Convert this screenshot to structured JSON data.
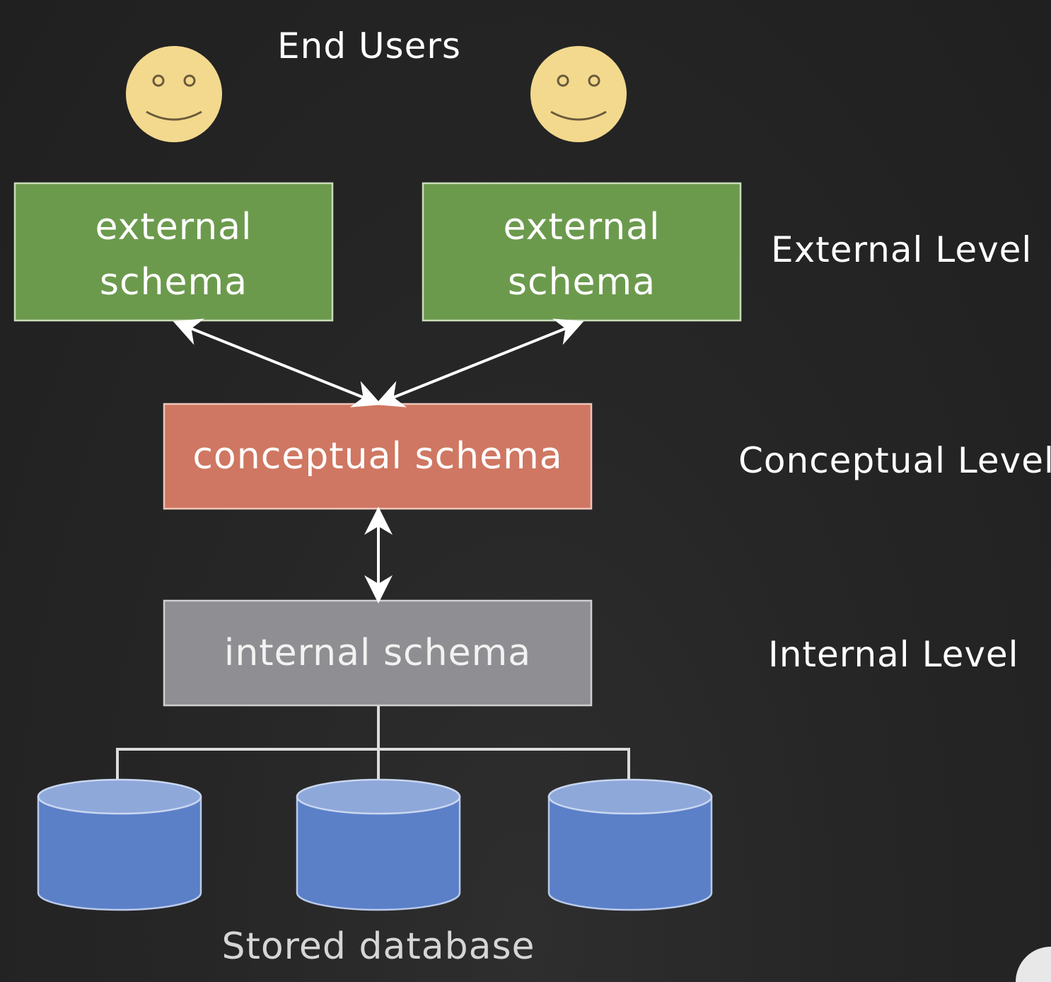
{
  "diagram": {
    "title": "End Users",
    "external_schemas": [
      {
        "line1": "external",
        "line2": "schema"
      },
      {
        "line1": "external",
        "line2": "schema"
      }
    ],
    "conceptual_schema": "conceptual schema",
    "internal_schema": "internal schema",
    "levels": {
      "external": "External Level",
      "conceptual": "Conceptual Level",
      "internal": "Internal Level"
    },
    "stored_database": "Stored database",
    "colors": {
      "background": "#242424",
      "external_box": "#6c9a4d",
      "conceptual_box": "#cf7762",
      "internal_box": "#8f8e92",
      "database": "#5b80c8",
      "database_top": "#8ea8da",
      "face": "#f3d98e"
    },
    "icons": [
      "smiley-face-icon",
      "smiley-face-icon",
      "database-cylinder-icon",
      "database-cylinder-icon",
      "database-cylinder-icon"
    ]
  }
}
